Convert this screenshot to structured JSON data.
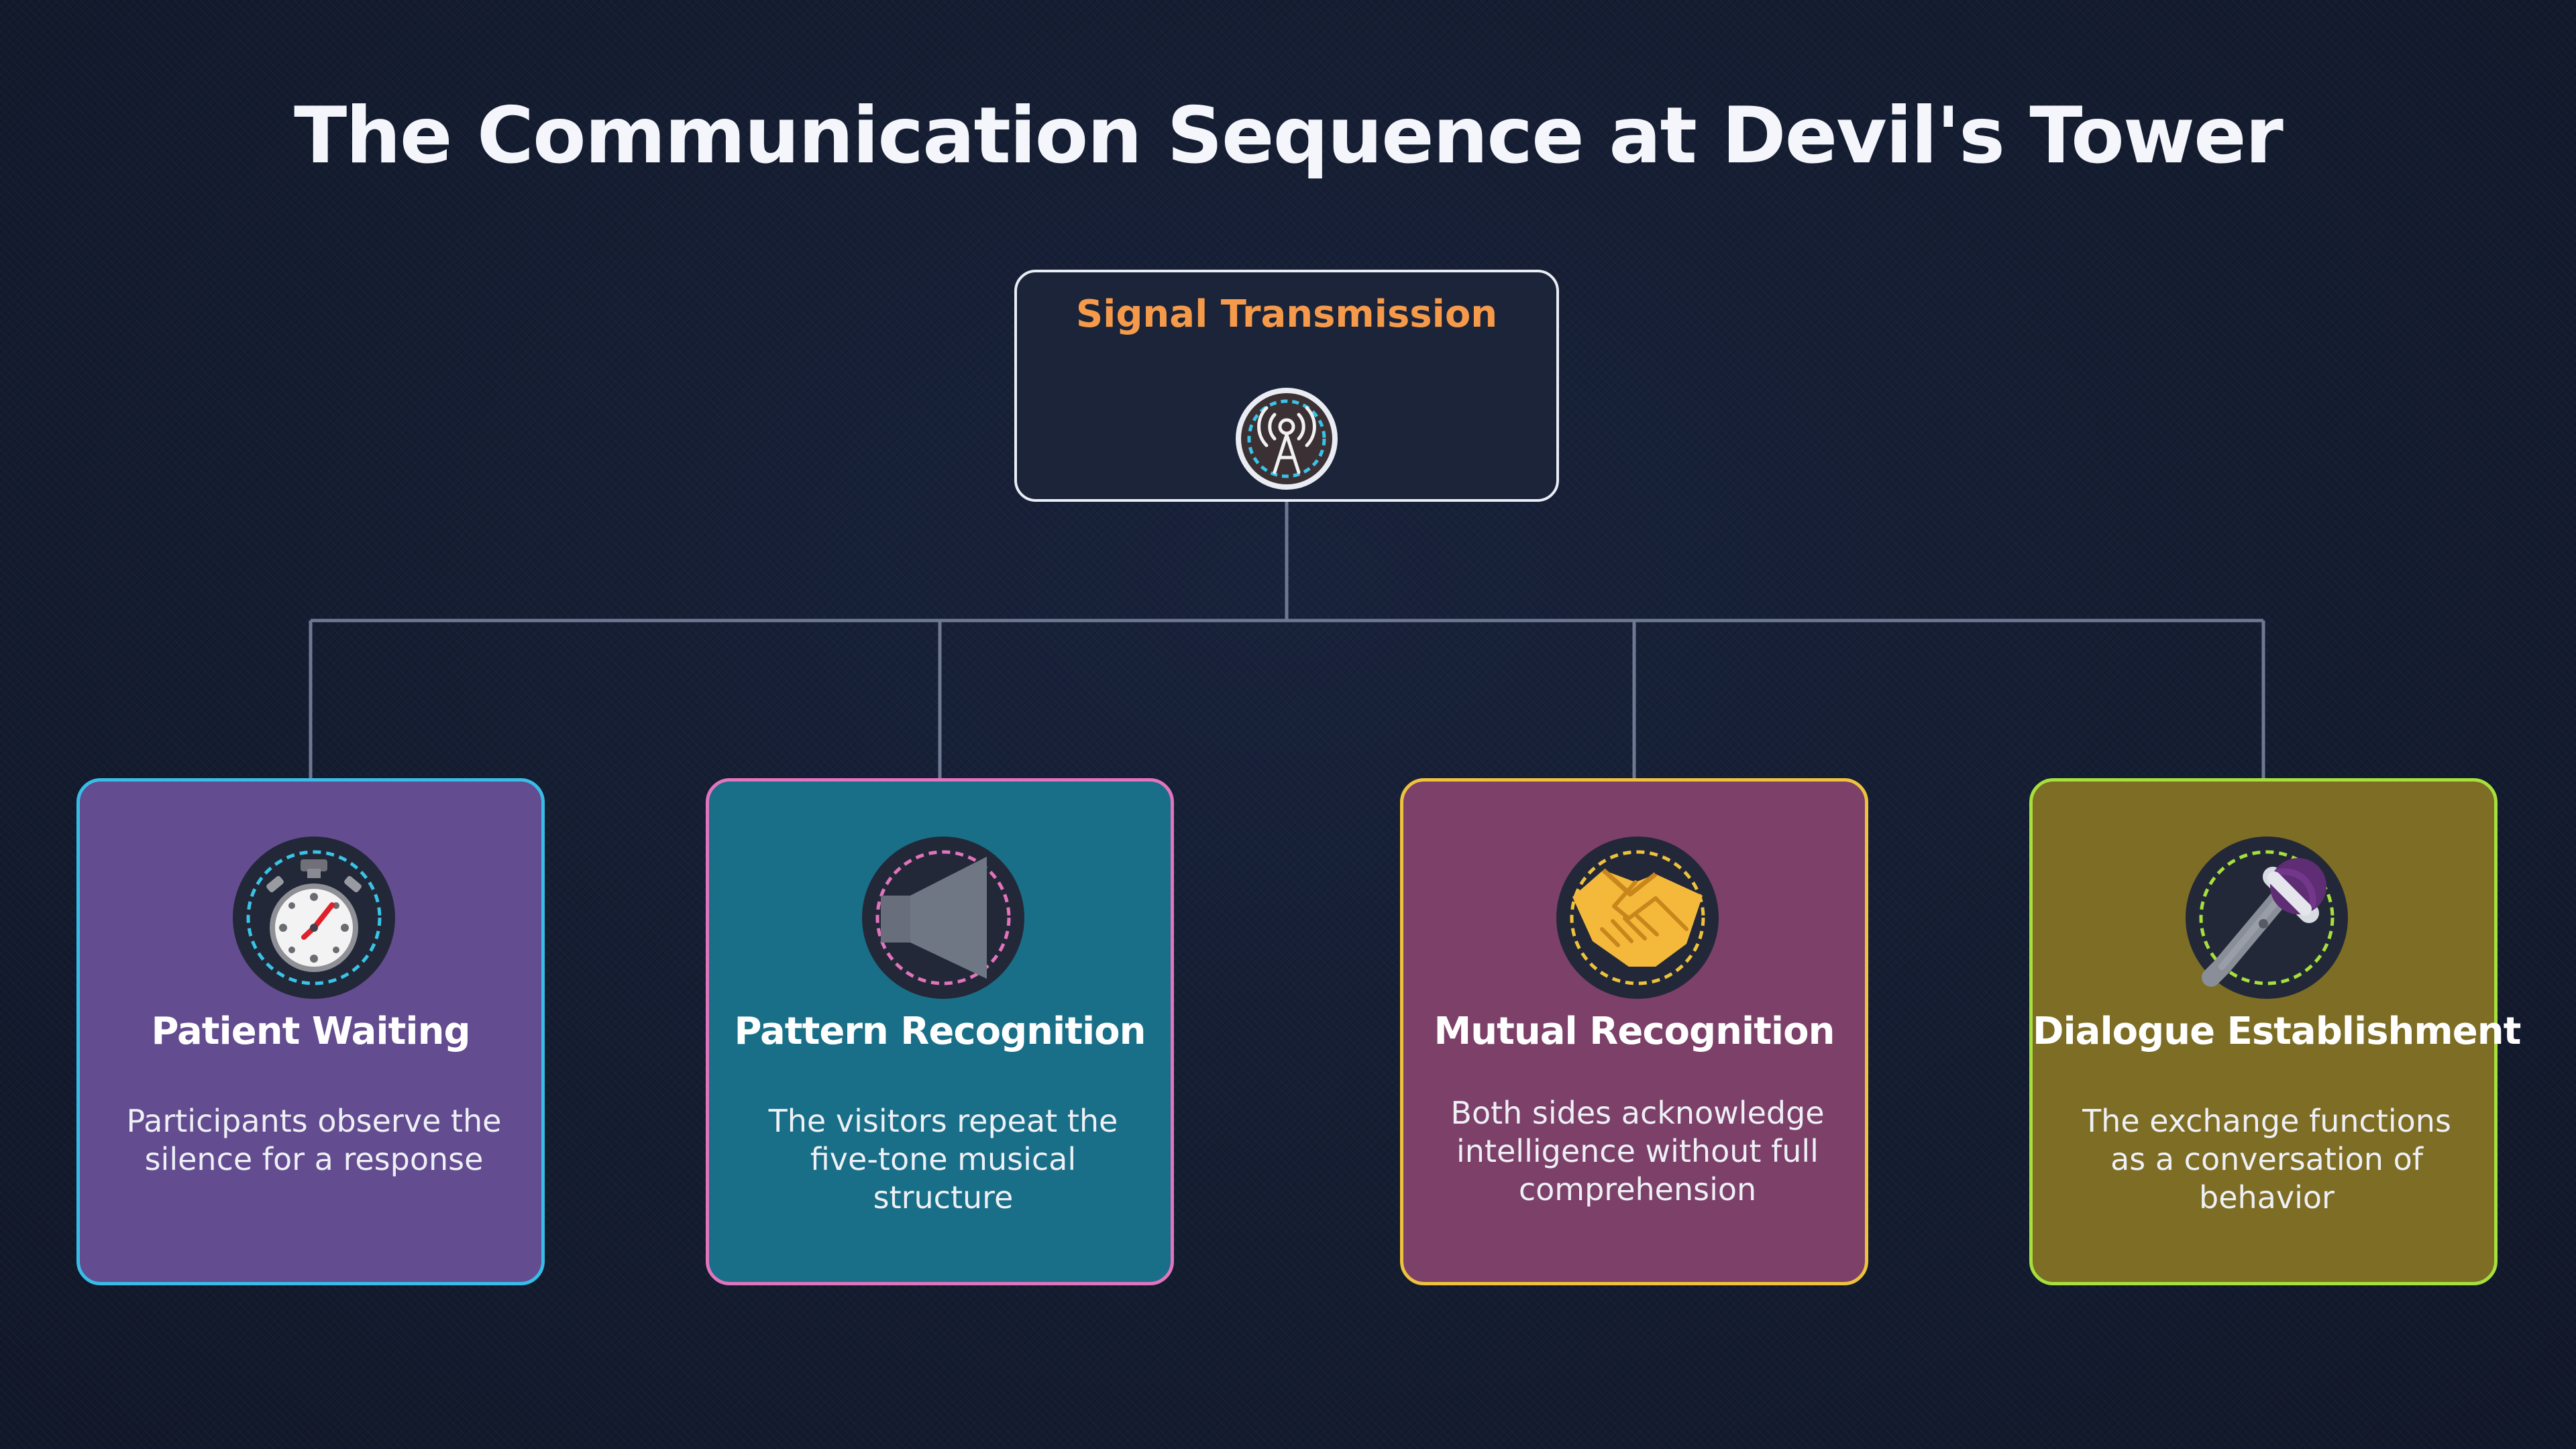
{
  "title": "The Communication Sequence at Devil's Tower",
  "root": {
    "label": "Signal Transmission",
    "icon": "antenna-icon"
  },
  "nodes": [
    {
      "title": "Patient Waiting",
      "description": "Participants observe the silence for a response",
      "icon": "stopwatch-icon"
    },
    {
      "title": "Pattern Recognition",
      "description": "The visitors repeat the five-tone musical structure",
      "icon": "speaker-icon"
    },
    {
      "title": "Mutual Recognition",
      "description": "Both sides acknowledge intelligence without full comprehension",
      "icon": "handshake-icon"
    },
    {
      "title": "Dialogue Establishment",
      "description": "The exchange functions as a conversation of behavior",
      "icon": "microphone-icon"
    }
  ],
  "colors": {
    "background": "#141c30",
    "root_label": "#f59a4a",
    "connector": "#6e7891",
    "node_1_fill": "#634c8f",
    "node_1_border": "#38bde6",
    "node_2_fill": "#196f87",
    "node_2_border": "#e274bd",
    "node_3_fill": "#7c4069",
    "node_3_border": "#eec23c",
    "node_4_fill": "#7d6d25",
    "node_4_border": "#a6e03c"
  }
}
